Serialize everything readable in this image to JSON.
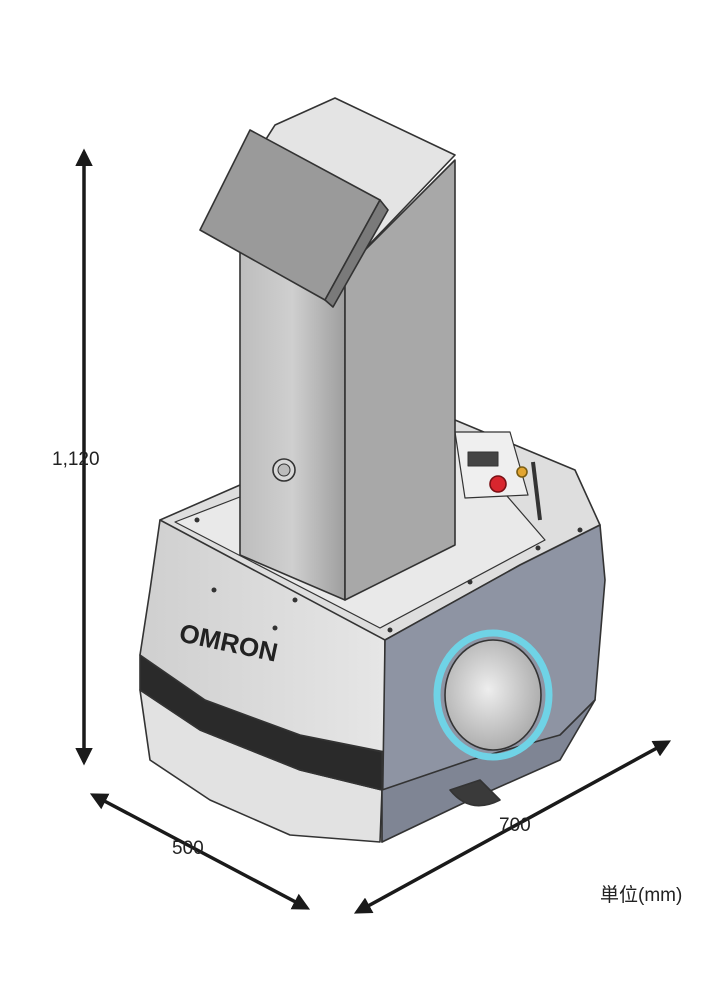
{
  "dimensions": {
    "height": "1,120",
    "width": "500",
    "depth": "700",
    "unit": "単位(mm)"
  },
  "brand": {
    "logo_text": "OMRON"
  },
  "colors": {
    "body_light": "#d9d9d9",
    "panel_blue_gray": "#8e94a3",
    "bumper_dark": "#2a2a2a",
    "light_ring": "#6fd3e6",
    "estop_red": "#d8262e",
    "arrow": "#1a1a1a"
  }
}
